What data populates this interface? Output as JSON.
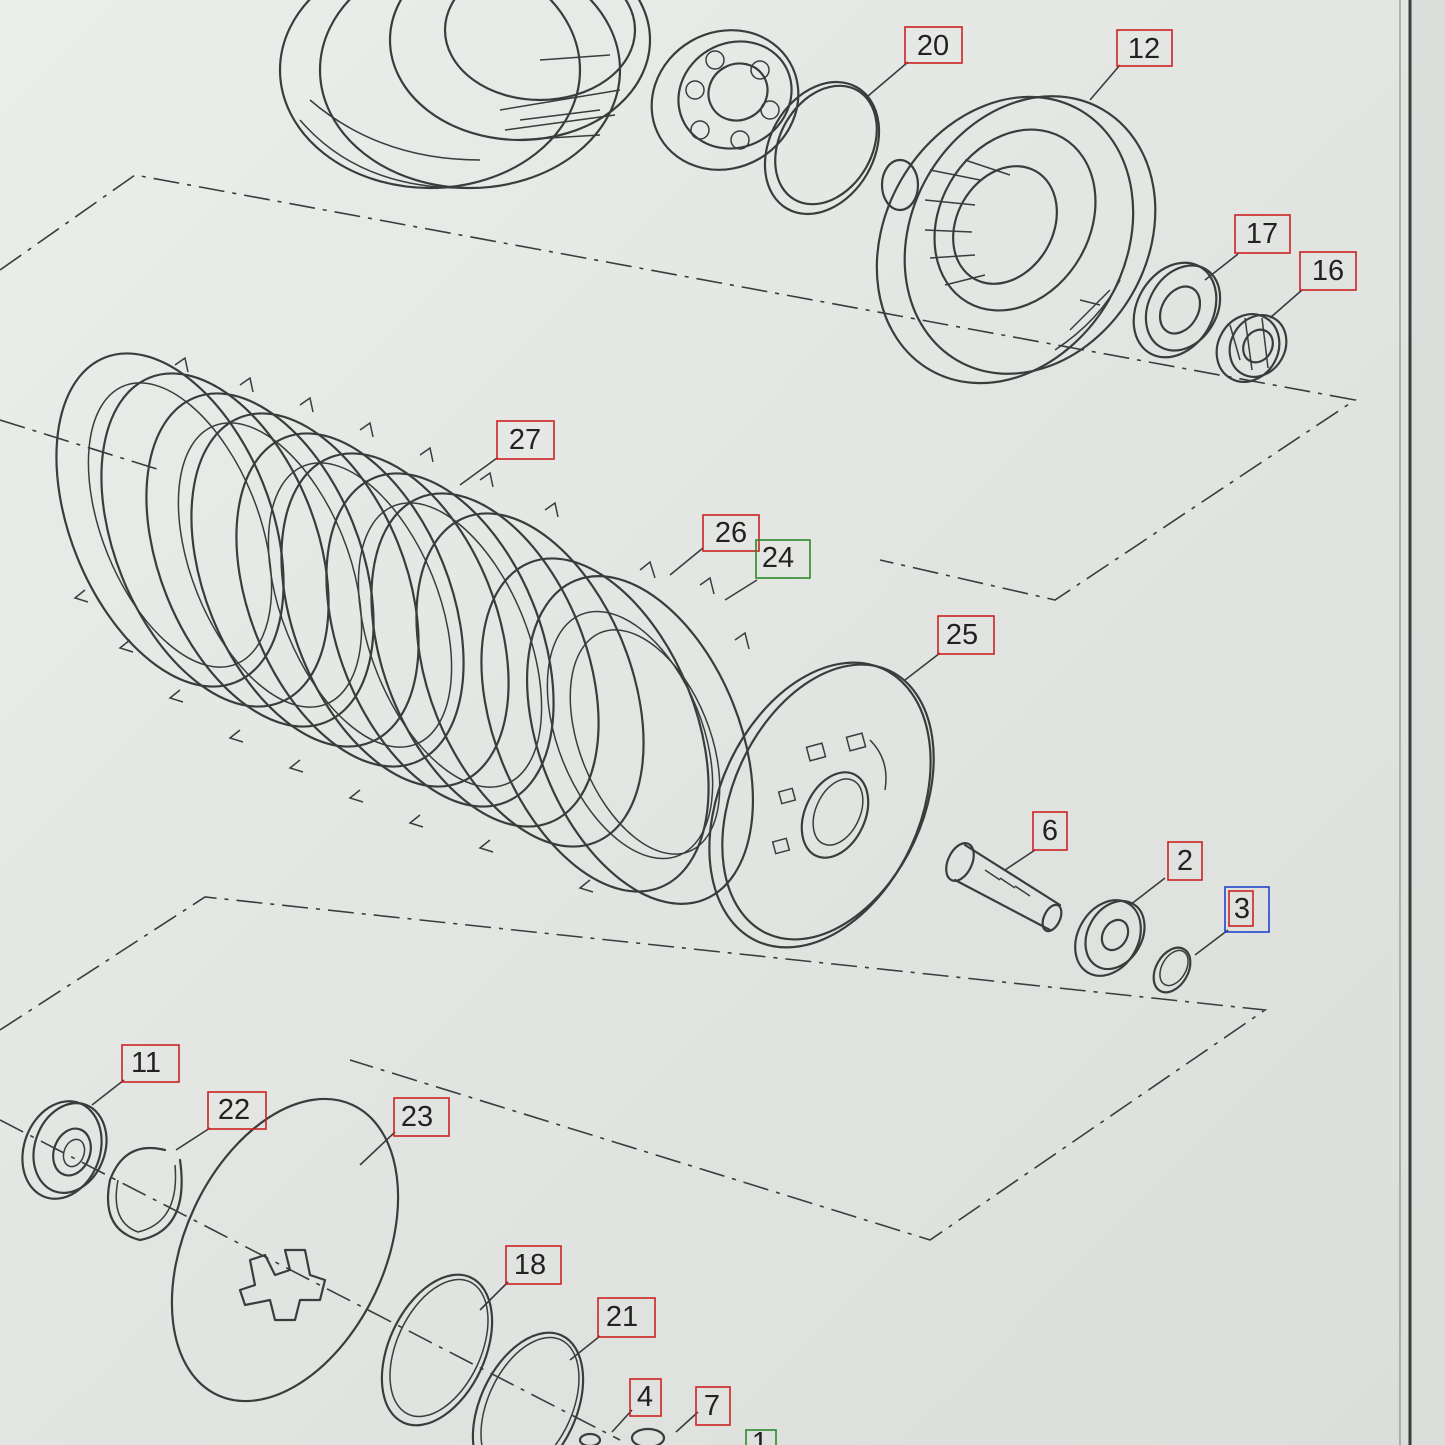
{
  "diagram": {
    "callouts": [
      {
        "id": "c20",
        "label": "20",
        "box_color": "#cc2222",
        "part": "snap-ring-20"
      },
      {
        "id": "c12",
        "label": "12",
        "box_color": "#cc2222",
        "part": "clutch-hub-12"
      },
      {
        "id": "c17",
        "label": "17",
        "box_color": "#cc2222",
        "part": "washer-17"
      },
      {
        "id": "c16",
        "label": "16",
        "box_color": "#cc2222",
        "part": "nut-16"
      },
      {
        "id": "c27",
        "label": "27",
        "box_color": "#cc2222",
        "part": "clutch-plate-stack-27"
      },
      {
        "id": "c26",
        "label": "26",
        "box_color": "#cc2222",
        "part": "clutch-plate-26"
      },
      {
        "id": "c24",
        "label": "24",
        "box_color": "#2a8a2a",
        "part": "clutch-plate-24"
      },
      {
        "id": "c25",
        "label": "25",
        "box_color": "#cc2222",
        "part": "pressure-plate-25"
      },
      {
        "id": "c6",
        "label": "6",
        "box_color": "#cc2222",
        "part": "push-rod-6"
      },
      {
        "id": "c2",
        "label": "2",
        "box_color": "#cc2222",
        "part": "bearing-2"
      },
      {
        "id": "c3",
        "label": "3",
        "box_color": "#2244cc",
        "part": "circlip-3"
      },
      {
        "id": "c11",
        "label": "11",
        "box_color": "#cc2222",
        "part": "oil-seal-11"
      },
      {
        "id": "c22",
        "label": "22",
        "box_color": "#cc2222",
        "part": "circlip-22"
      },
      {
        "id": "c23",
        "label": "23",
        "box_color": "#cc2222",
        "part": "lock-washer-23"
      },
      {
        "id": "c18",
        "label": "18",
        "box_color": "#cc2222",
        "part": "o-ring-18"
      },
      {
        "id": "c21",
        "label": "21",
        "box_color": "#cc2222",
        "part": "o-ring-21"
      },
      {
        "id": "c4",
        "label": "4",
        "box_color": "#cc2222",
        "part": "part-4"
      },
      {
        "id": "c7",
        "label": "7",
        "box_color": "#cc2222",
        "part": "part-7"
      },
      {
        "id": "c1",
        "label": "1",
        "box_color": "#2a8a2a",
        "part": "part-1"
      }
    ]
  }
}
